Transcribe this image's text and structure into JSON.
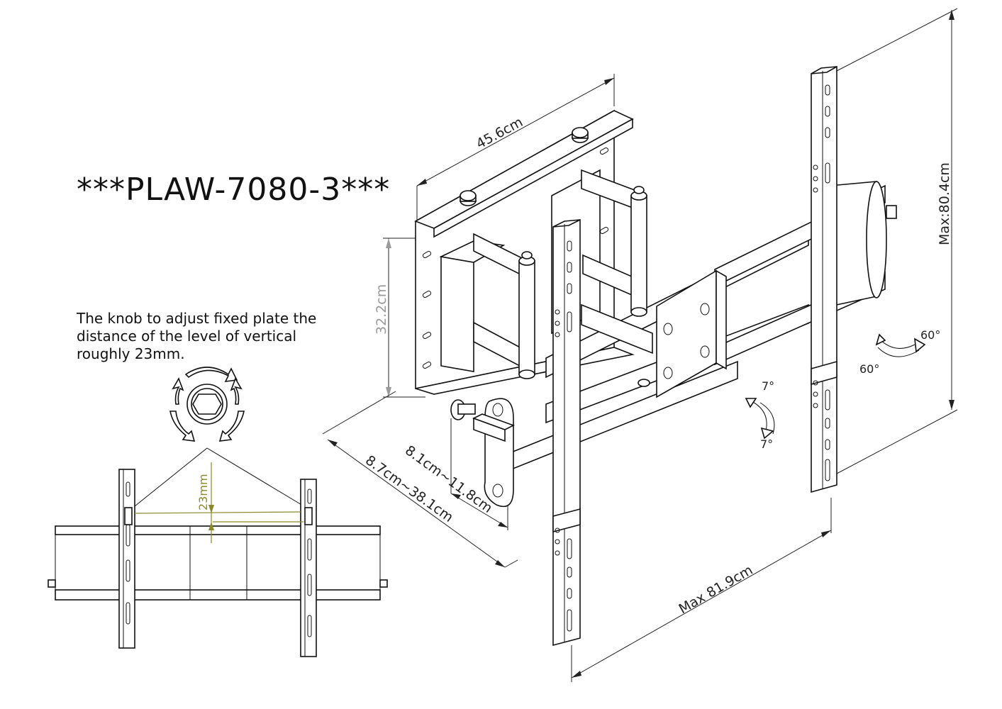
{
  "title": "***PLAW-7080-3***",
  "note": {
    "line1": "The knob to adjust fixed plate the",
    "line2": "distance of the level of vertical",
    "line3": "roughly 23mm."
  },
  "dimensions": {
    "plate_width": "45.6cm",
    "plate_height": "32.2cm",
    "max_height": "Max:80.4cm",
    "max_width": "Max 81.9cm",
    "extension_small": "8.1cm~11.8cm",
    "extension_large": "8.7cm~38.1cm",
    "knob_adjust": "23mm"
  },
  "angles": {
    "swivel_left": "60°",
    "swivel_right": "60°",
    "tilt_up": "7°",
    "tilt_down": "7°"
  },
  "colors": {
    "line": "#111111",
    "dimension_grey": "#9a9a9a",
    "adjust_olive": "#8a8a2a"
  }
}
